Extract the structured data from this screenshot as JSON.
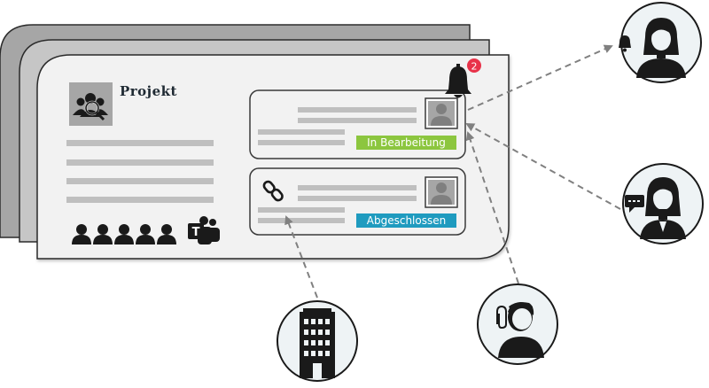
{
  "project": {
    "title": "Projekt"
  },
  "tasks": [
    {
      "status": "In Bearbeitung",
      "status_color": "#8cc63f"
    },
    {
      "status": "Abgeschlossen",
      "status_color": "#1f9bbf"
    }
  ],
  "notification": {
    "count": "2",
    "badge_color": "#e8334a"
  },
  "colors": {
    "back_card_1": "#a6a6a6",
    "back_card_2": "#c6c6c6",
    "card": "#f2f2f2",
    "text_line": "#bfbfbf",
    "circle_bg": "#eef3f5",
    "arrow": "#808080",
    "icon": "#1a1a1a"
  },
  "icons": [
    "project-team-icon",
    "team-members-icon",
    "teams-app-icon",
    "bell-icon",
    "link-icon",
    "avatar-placeholder-icon",
    "building-icon",
    "woman-bell-icon",
    "woman-chat-icon",
    "man-paperclip-icon"
  ]
}
